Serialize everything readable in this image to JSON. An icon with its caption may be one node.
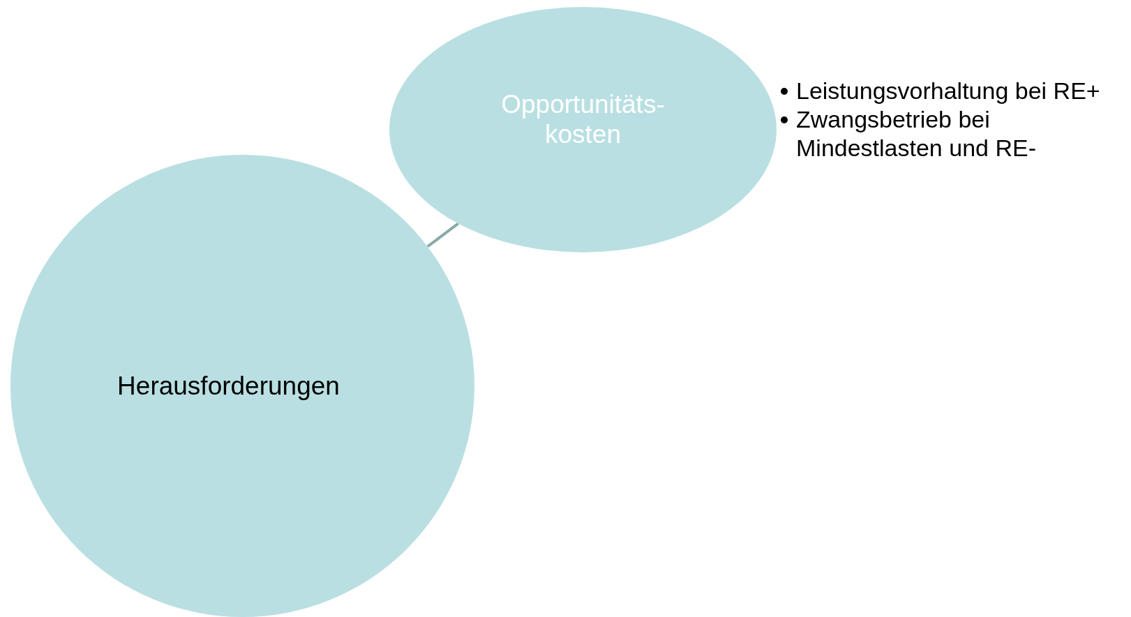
{
  "diagram": {
    "nodes": [
      {
        "text": [
          "Herausforderungen"
        ]
      },
      {
        "text": [
          "Opportunitäts- kosten"
        ],
        "beside": [
          "Leistungsvorhaltung bei RE+",
          "Zwangsbetrieb bei Mindestlasten und RE-"
        ]
      }
    ],
    "edges": [
      {
        "from": 0,
        "to": 1,
        "arrow": "none"
      }
    ]
  }
}
